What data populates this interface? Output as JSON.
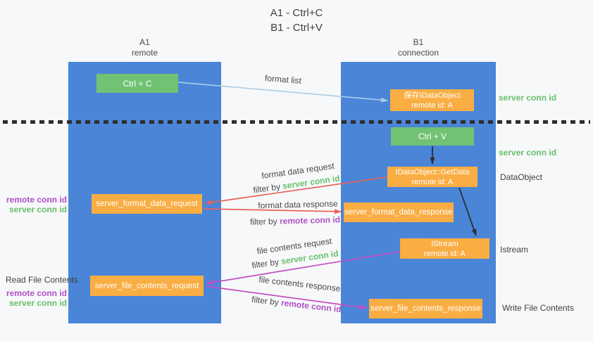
{
  "title": {
    "line1": "A1 - Ctrl+C",
    "line2": "B1 - Ctrl+V"
  },
  "columns": {
    "a": {
      "name": "A1",
      "role": "remote"
    },
    "b": {
      "name": "B1",
      "role": "connection"
    }
  },
  "nodes": {
    "ctrl_c": {
      "label": "Ctrl + C"
    },
    "save_dataobject": {
      "line1": "保存IDataObject",
      "line2": "remote id: A"
    },
    "ctrl_v": {
      "label": "Ctrl + V"
    },
    "getdata": {
      "line1": "IDataObject::GetData",
      "line2": "remote id: A"
    },
    "format_request": {
      "label": "server_format_data_request"
    },
    "format_response": {
      "label": "server_format_data_response"
    },
    "istream": {
      "line1": "IStream",
      "line2": "remote id: A"
    },
    "file_request": {
      "label": "server_file_contents_request"
    },
    "file_response": {
      "label": "server_file_contents_response"
    }
  },
  "labels": {
    "format_list": "format list",
    "format_data_request": "format data request",
    "format_data_response": "format data response",
    "file_contents_request": "file contents request",
    "file_contents_response": "file contents response",
    "filter_by": "filter by",
    "server_conn_id": "server conn id",
    "remote_conn_id": "remote conn id",
    "dataobject": "DataObject",
    "istream": "Istream",
    "read_file_contents": "Read File Contents",
    "write_file_contents": "Write File Contents"
  },
  "colors": {
    "background": "#f7f8f9",
    "lifeline_blue": "#4a85d8",
    "node_green": "#71c373",
    "node_orange": "#f9ad42",
    "server_conn_green": "#67bf6b",
    "remote_conn_purple": "#b04fc8",
    "arrow_red": "#e8635a",
    "arrow_magenta": "#c24ec2",
    "arrow_lightblue": "#aacfe8",
    "arrow_dark": "#2e2e2e",
    "text_dark": "#3f3f3f"
  }
}
